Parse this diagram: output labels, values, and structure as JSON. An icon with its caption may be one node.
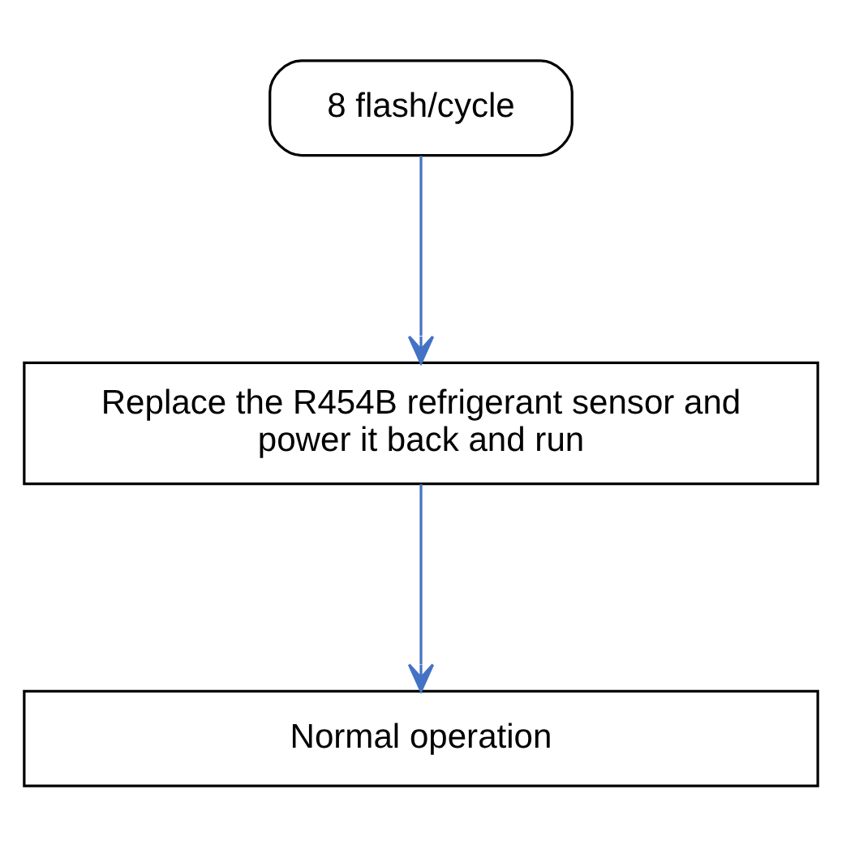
{
  "diagram": {
    "nodes": [
      {
        "text": [
          "8 flash/cycle"
        ]
      },
      {
        "text": [
          "Replace the R454B refrigerant sensor and power it back and run"
        ]
      },
      {
        "text": [
          "Normal operation"
        ]
      }
    ],
    "edges": [
      {
        "from": 0,
        "to": 1,
        "arrow": "to"
      },
      {
        "from": 1,
        "to": 2,
        "arrow": "to"
      }
    ]
  }
}
